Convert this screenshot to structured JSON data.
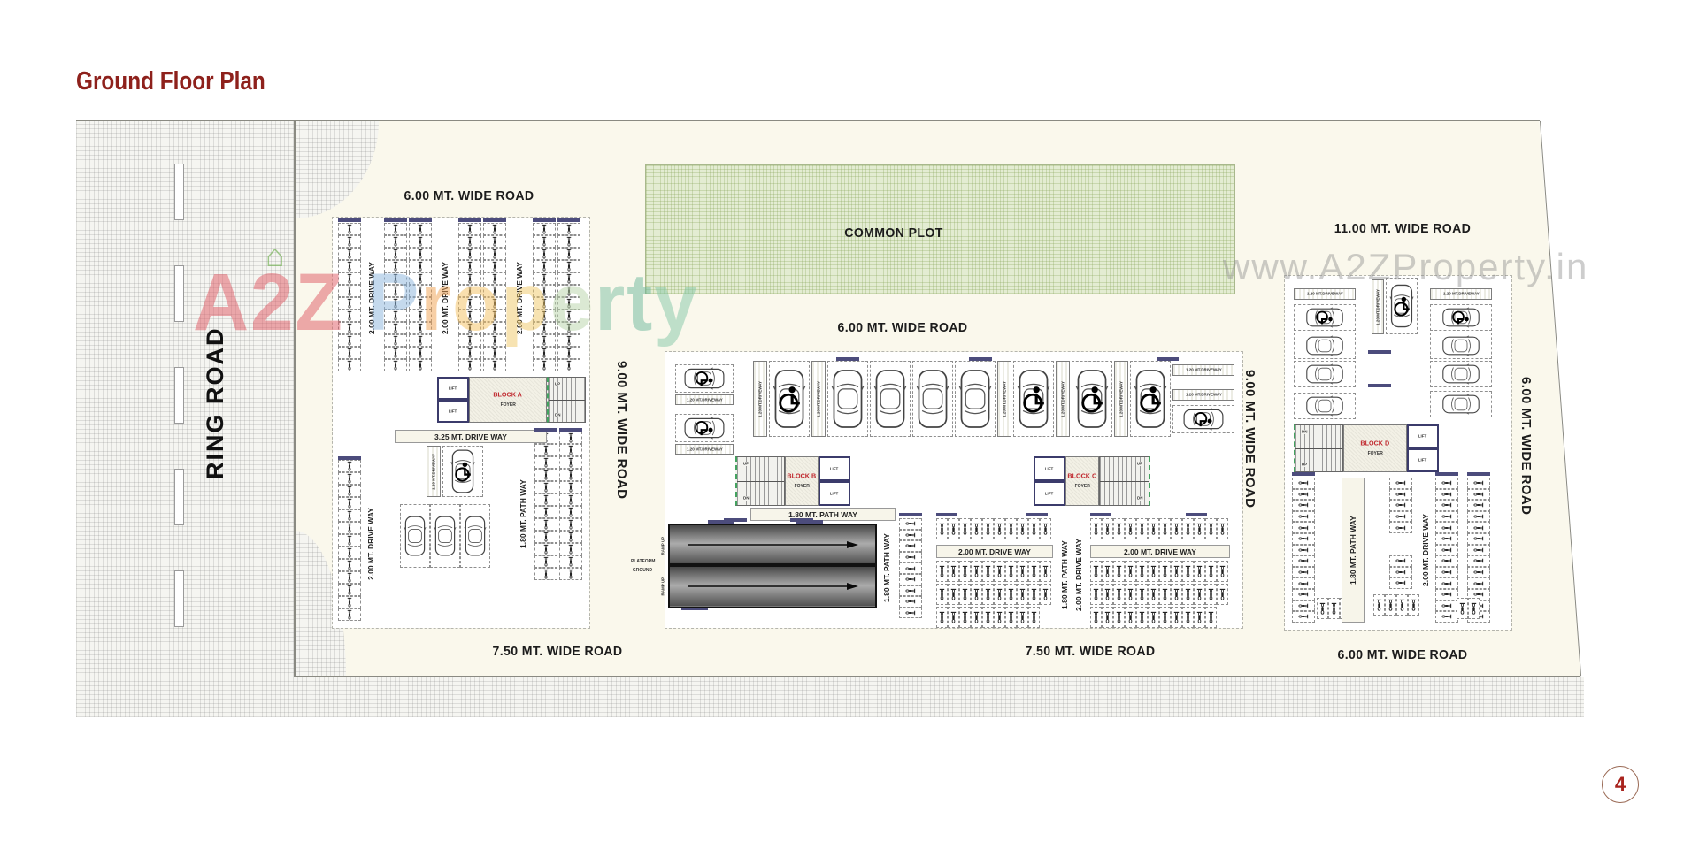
{
  "title": "Ground Floor Plan",
  "page_number": "4",
  "watermark": {
    "url": "www.A2ZProperty.in",
    "brand_a2z": "A2Z",
    "brand_property": [
      "P",
      "r",
      "o",
      "p",
      "e",
      "r",
      "t",
      "y"
    ],
    "brand_color_a2z": "#e05a64",
    "brand_colors_property": [
      "#8bb4dc",
      "#f0a050",
      "#f5c060",
      "#f0c868",
      "#b8d4a8",
      "#7cc0a4",
      "#6cb89c",
      "#84c8a8"
    ],
    "house_glyph": "⌂"
  },
  "roads": {
    "ring": "RING ROAD",
    "top_left": "6.00 MT. WIDE ROAD",
    "common_plot": "COMMON PLOT",
    "top_right": "11.00 MT. WIDE ROAD",
    "center": "6.00 MT. WIDE ROAD",
    "mid_left_v": "9.00 MT. WIDE ROAD",
    "mid_right_v": "9.00 MT. WIDE ROAD",
    "far_right_v": "6.00 MT. WIDE ROAD",
    "bottom_left": "7.50 MT. WIDE ROAD",
    "bottom_center": "7.50 MT. WIDE ROAD",
    "bottom_right": "6.00 MT. WIDE ROAD"
  },
  "lane_labels": {
    "d200": "2.00 MT. DRIVE WAY",
    "d325": "3.25 MT. DRIVE WAY",
    "p180": "1.80 MT. PATH WAY",
    "d120": "1.20 MT.DRIVEWAY"
  },
  "blocks": {
    "a": {
      "name": "BLOCK A",
      "sub": "FOYER"
    },
    "b": {
      "name": "BLOCK B",
      "sub": "FOYER"
    },
    "c": {
      "name": "BLOCK C",
      "sub": "FOYER"
    },
    "d": {
      "name": "BLOCK D",
      "sub": "FOYER"
    }
  },
  "misc": {
    "lift": "LIFT",
    "up": "UP",
    "dn": "DN",
    "ramp": "RAMP UP",
    "platform1": "PLATFORM",
    "platform2": "GROUND"
  },
  "parking": {
    "bike_cols_v": [
      [
        382,
        252,
        12
      ],
      [
        434,
        252,
        12
      ],
      [
        462,
        252,
        12
      ],
      [
        518,
        252,
        12
      ],
      [
        546,
        252,
        12
      ],
      [
        602,
        252,
        12
      ],
      [
        630,
        252,
        12
      ],
      [
        382,
        520,
        13
      ],
      [
        604,
        488,
        12
      ],
      [
        632,
        488,
        12
      ]
    ],
    "bike_cols_h": [
      [
        1016,
        586,
        9
      ],
      [
        1460,
        540,
        13
      ],
      [
        1570,
        540,
        5
      ],
      [
        1570,
        628,
        3
      ],
      [
        1622,
        540,
        13
      ],
      [
        1658,
        540,
        13
      ]
    ],
    "bike_rows_v": [
      [
        1058,
        586,
        10
      ],
      [
        1058,
        634,
        10
      ],
      [
        1058,
        660,
        10
      ],
      [
        1058,
        686,
        9
      ],
      [
        1232,
        586,
        12
      ],
      [
        1232,
        634,
        12
      ],
      [
        1232,
        660,
        12
      ],
      [
        1232,
        686,
        11
      ],
      [
        1488,
        676,
        3
      ],
      [
        1552,
        672,
        4
      ],
      [
        1646,
        676,
        2
      ]
    ],
    "cars": [
      [
        869,
        408,
        46,
        86,
        "v",
        1
      ],
      [
        935,
        408,
        46,
        86,
        "v",
        0
      ],
      [
        983,
        408,
        46,
        86,
        "v",
        0
      ],
      [
        1031,
        408,
        46,
        86,
        "v",
        0
      ],
      [
        1079,
        408,
        46,
        86,
        "v",
        0
      ],
      [
        1145,
        408,
        46,
        86,
        "v",
        1
      ],
      [
        1211,
        408,
        46,
        86,
        "v",
        1
      ],
      [
        1277,
        408,
        46,
        86,
        "v",
        1
      ],
      [
        500,
        504,
        46,
        58,
        "v",
        1
      ],
      [
        452,
        570,
        34,
        72,
        "v",
        0
      ],
      [
        486,
        570,
        34,
        72,
        "v",
        0
      ],
      [
        520,
        570,
        34,
        72,
        "v",
        0
      ],
      [
        763,
        412,
        66,
        32,
        "h",
        1
      ],
      [
        763,
        468,
        66,
        32,
        "h",
        1
      ],
      [
        1325,
        458,
        70,
        32,
        "h",
        1
      ],
      [
        1566,
        314,
        36,
        64,
        "v",
        1
      ],
      [
        1462,
        344,
        70,
        30,
        "h",
        1
      ],
      [
        1462,
        376,
        70,
        30,
        "h",
        0
      ],
      [
        1462,
        408,
        70,
        30,
        "h",
        0
      ],
      [
        1462,
        444,
        70,
        30,
        "h",
        0
      ],
      [
        1616,
        344,
        70,
        30,
        "h",
        1
      ],
      [
        1616,
        376,
        70,
        30,
        "h",
        0
      ],
      [
        1616,
        408,
        70,
        30,
        "h",
        0
      ],
      [
        1616,
        442,
        70,
        30,
        "h",
        0
      ]
    ],
    "strips": [
      [
        851,
        408,
        16,
        86,
        "d120",
        "v"
      ],
      [
        917,
        408,
        16,
        86,
        "d120",
        "v"
      ],
      [
        1127,
        408,
        16,
        86,
        "d120",
        "v"
      ],
      [
        1193,
        408,
        16,
        86,
        "d120",
        "v"
      ],
      [
        1259,
        408,
        16,
        86,
        "d120",
        "v"
      ],
      [
        482,
        504,
        16,
        58,
        "d120",
        "v"
      ],
      [
        1550,
        316,
        14,
        62,
        "d120",
        "v"
      ],
      [
        763,
        446,
        66,
        12,
        "d120",
        "h"
      ],
      [
        763,
        502,
        66,
        12,
        "d120",
        "h"
      ],
      [
        1325,
        412,
        70,
        13,
        "d120",
        "h"
      ],
      [
        1325,
        440,
        70,
        13,
        "d120",
        "h"
      ],
      [
        1462,
        326,
        70,
        13,
        "d120",
        "h"
      ],
      [
        1616,
        326,
        70,
        13,
        "d120",
        "h"
      ]
    ],
    "labels": [
      [
        413,
        258,
        158,
        "d200",
        "v",
        0
      ],
      [
        496,
        258,
        158,
        "d200",
        "v",
        0
      ],
      [
        580,
        258,
        158,
        "d200",
        "v",
        0
      ],
      [
        412,
        540,
        150,
        "d200",
        "v",
        0
      ],
      [
        584,
        506,
        150,
        "p180",
        "v",
        0
      ],
      [
        995,
        596,
        92,
        "p180",
        "v",
        0
      ],
      [
        1196,
        598,
        104,
        "p180",
        "v",
        0
      ],
      [
        1212,
        598,
        104,
        "d200",
        "v",
        0
      ],
      [
        1604,
        552,
        140,
        "d200",
        "v",
        0
      ],
      [
        1516,
        540,
        164,
        "p180",
        "v",
        1
      ],
      [
        446,
        486,
        172,
        "d325",
        "h",
        1
      ],
      [
        848,
        574,
        164,
        "p180",
        "h",
        1
      ],
      [
        1058,
        616,
        132,
        "d200",
        "h",
        1
      ],
      [
        1232,
        616,
        158,
        "d200",
        "h",
        1
      ]
    ],
    "caps": [
      [
        382,
        247,
        26,
        4
      ],
      [
        434,
        247,
        26,
        4
      ],
      [
        462,
        247,
        26,
        4
      ],
      [
        518,
        247,
        26,
        4
      ],
      [
        546,
        247,
        26,
        4
      ],
      [
        602,
        247,
        26,
        4
      ],
      [
        630,
        247,
        26,
        4
      ],
      [
        382,
        516,
        26,
        4
      ],
      [
        604,
        484,
        26,
        4
      ],
      [
        632,
        484,
        26,
        4
      ],
      [
        945,
        404,
        26,
        4
      ],
      [
        1095,
        404,
        26,
        4
      ],
      [
        1308,
        404,
        24,
        4
      ],
      [
        818,
        586,
        26,
        4
      ],
      [
        893,
        586,
        26,
        4
      ],
      [
        1546,
        396,
        26,
        4
      ],
      [
        1546,
        434,
        26,
        4
      ],
      [
        800,
        588,
        30,
        4
      ],
      [
        900,
        588,
        30,
        4
      ],
      [
        770,
        686,
        30,
        4
      ],
      [
        860,
        684,
        30,
        4
      ],
      [
        945,
        684,
        30,
        4
      ],
      [
        1058,
        580,
        24,
        4
      ],
      [
        1160,
        580,
        24,
        4
      ],
      [
        1232,
        580,
        24,
        4
      ],
      [
        1340,
        580,
        24,
        4
      ],
      [
        1460,
        534,
        26,
        4
      ],
      [
        1622,
        534,
        26,
        4
      ],
      [
        1658,
        534,
        26,
        4
      ],
      [
        1016,
        580,
        26,
        4
      ]
    ]
  }
}
